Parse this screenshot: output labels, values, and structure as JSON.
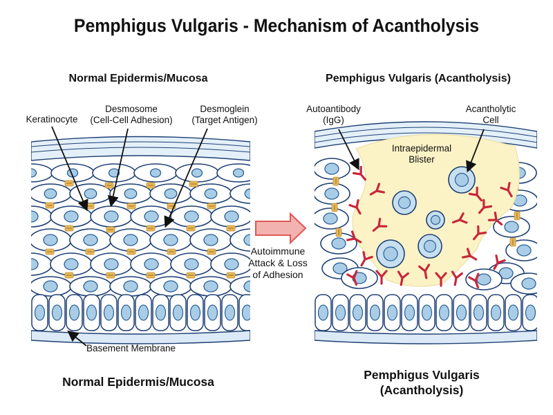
{
  "title": "Pemphigus Vulgaris - Mechanism of Acantholysis",
  "left_panel": {
    "heading": "Normal Epidermis/Mucosa",
    "labels": {
      "keratinocyte": "Keratinocyte",
      "desmosome_line1": "Desmosome",
      "desmosome_line2": "(Cell-Cell Adhesion)",
      "desmoglein_line1": "Desmoglein",
      "desmoglein_line2": "(Target Antigen)",
      "basement_membrane": "Basement Membrane"
    },
    "footer": "Normal Epidermis/Mucosa"
  },
  "arrow": {
    "line1": "Autoimmune",
    "line2": "Attack & Loss",
    "line3": "of Adhesion"
  },
  "right_panel": {
    "heading": "Pemphigus Vulgaris (Acantholysis)",
    "labels": {
      "autoantibody_line1": "Autoantibody",
      "autoantibody_line2": "(IgG)",
      "acantholytic_line1": "Acantholytic",
      "acantholytic_line2": "Cell",
      "blister_line1": "Intraepidermal",
      "blister_line2": "Blister"
    },
    "footer_line1": "Pemphigus Vulgaris",
    "footer_line2": "(Acantholysis)"
  },
  "colors": {
    "cell_outline": "#1d3f73",
    "nucleus_fill": "#a9cde6",
    "nucleus_stroke": "#2b5f94",
    "layer_fill": "#e4f0f9",
    "desmosome": "#e8b85a",
    "blister": "#fbf3c6",
    "antibody": "#c8283a",
    "arrow": "#e05555"
  },
  "icons": {
    "arrow": "right-arrow",
    "antibody": "y-shaped-antibody-icon"
  }
}
